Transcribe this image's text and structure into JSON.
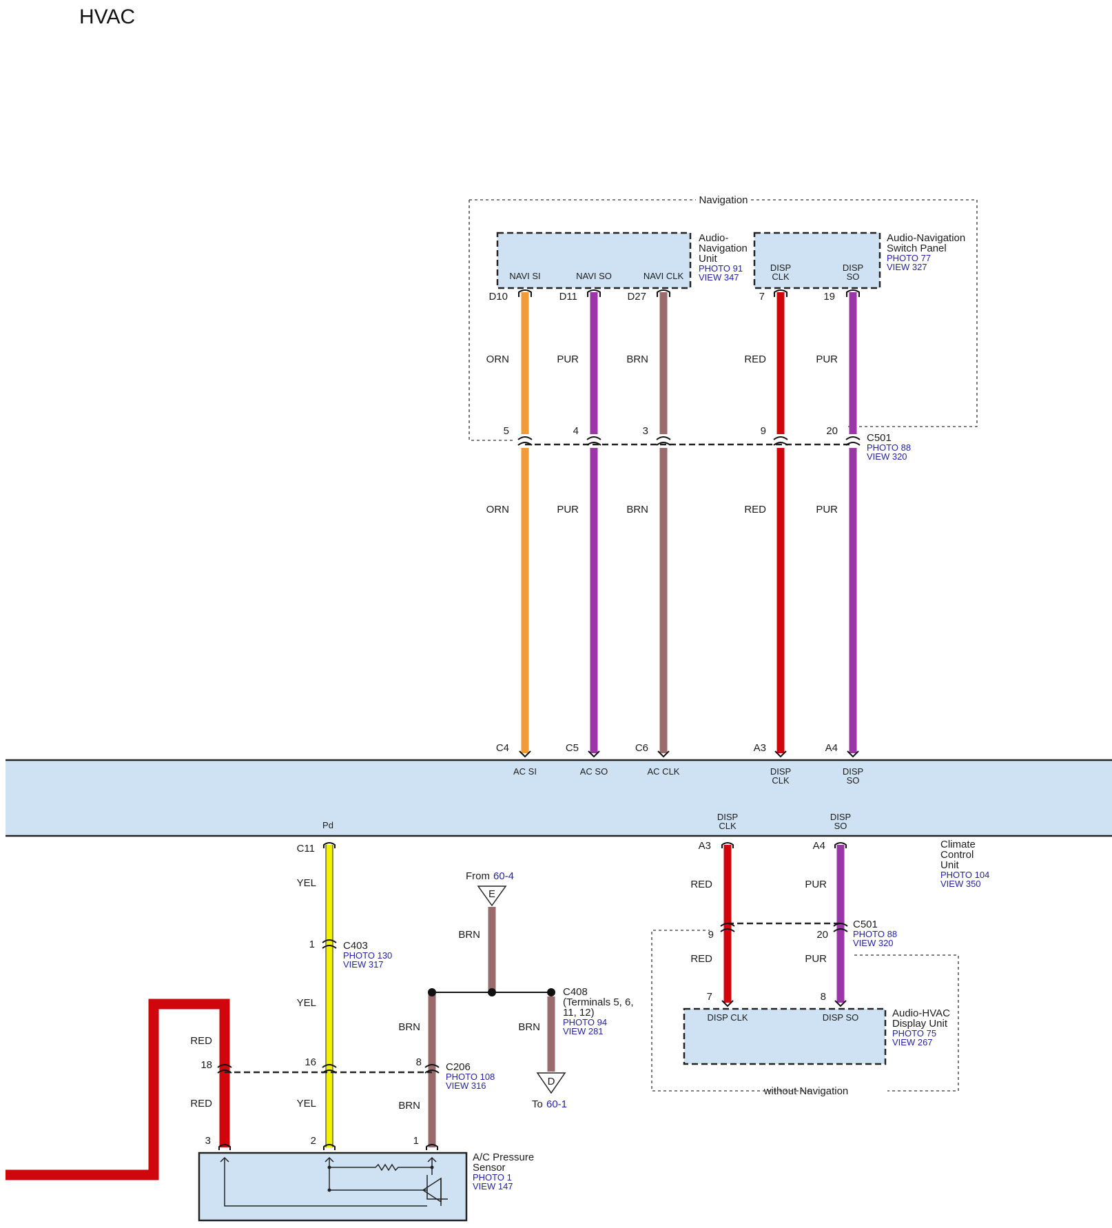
{
  "page": {
    "title": "HVAC"
  },
  "colors": {
    "ORN": "#f39a37",
    "PUR": "#9a36a6",
    "BRN": "#9b6b6b",
    "RED": "#d0060d",
    "YEL": "#f2f200",
    "panel": "#cfe2f3"
  },
  "navigation_group": {
    "label": "Navigation"
  },
  "without_navigation_group": {
    "label": "without Navigation"
  },
  "audio_nav_unit": {
    "name": [
      "Audio-",
      "Navigation",
      "Unit"
    ],
    "photo": "PHOTO 91",
    "view": "VIEW 347",
    "pins": [
      {
        "signal": "NAVI SI",
        "terminal": "D10",
        "wire": "ORN"
      },
      {
        "signal": "NAVI SO",
        "terminal": "D11",
        "wire": "PUR"
      },
      {
        "signal": "NAVI CLK",
        "terminal": "D27",
        "wire": "BRN"
      }
    ]
  },
  "switch_panel": {
    "name": [
      "Audio-Navigation",
      "Switch Panel"
    ],
    "photo": "PHOTO 77",
    "view": "VIEW 327",
    "pins": [
      {
        "signal": [
          "DISP",
          "CLK"
        ],
        "terminal": "7",
        "wire": "RED"
      },
      {
        "signal": [
          "DISP",
          "SO"
        ],
        "terminal": "19",
        "wire": "PUR"
      }
    ]
  },
  "c501_top": {
    "name": "C501",
    "photo": "PHOTO 88",
    "view": "VIEW 320",
    "terminals": [
      "5",
      "4",
      "3",
      "9",
      "20"
    ],
    "wires_below": [
      "ORN",
      "PUR",
      "BRN",
      "RED",
      "PUR"
    ]
  },
  "climate_unit": {
    "name": [
      "Climate",
      "Control",
      "Unit"
    ],
    "photo": "PHOTO 104",
    "view": "VIEW 350",
    "top_terminals": [
      "C4",
      "C5",
      "C6",
      "A3",
      "A4"
    ],
    "top_signals": [
      "AC SI",
      "AC SO",
      "AC CLK",
      [
        "DISP",
        "CLK"
      ],
      [
        "DISP",
        "SO"
      ]
    ],
    "pd_signal": "Pd",
    "pd_terminal": "C11",
    "bottom_signals": [
      [
        "DISP",
        "CLK"
      ],
      [
        "DISP",
        "SO"
      ]
    ],
    "bottom_terminals": [
      "A3",
      "A4"
    ]
  },
  "lower_left": {
    "yel_top": "YEL",
    "c403": {
      "name": "C403",
      "photo": "PHOTO 130",
      "view": "VIEW 317",
      "terminal": "1"
    },
    "yel_mid": "YEL",
    "c206": {
      "name": "C206",
      "photo": "PHOTO 108",
      "view": "VIEW 316",
      "terminals": [
        "18",
        "16",
        "8"
      ]
    },
    "red_upper": "RED",
    "red_lower": "RED",
    "yel_lower": "YEL",
    "brn_upper": "BRN",
    "brn_lower": "BRN",
    "sensor_terminals": [
      "3",
      "2",
      "1"
    ],
    "sensor": {
      "name": [
        "A/C Pressure",
        "Sensor"
      ],
      "photo": "PHOTO 1",
      "view": "VIEW 147"
    }
  },
  "junction": {
    "from_text": "From",
    "from_ref": "60-4",
    "from_letter": "E",
    "brn_label": "BRN",
    "c408": {
      "name": "C408",
      "terminals": [
        "(Terminals 5, 6,",
        "11, 12)"
      ],
      "photo": "PHOTO 94",
      "view": "VIEW 281"
    },
    "brn_right": "BRN",
    "to_text": "To",
    "to_ref": "60-1",
    "to_letter": "D"
  },
  "lower_right": {
    "wire_red": "RED",
    "wire_pur": "PUR",
    "c501": {
      "name": "C501",
      "photo": "PHOTO 88",
      "view": "VIEW 320",
      "terminals": [
        "9",
        "20"
      ]
    },
    "wire_red2": "RED",
    "wire_pur2": "PUR",
    "display_terminals": [
      "7",
      "8"
    ],
    "display_unit": {
      "name": [
        "Audio-HVAC",
        "Display Unit"
      ],
      "photo": "PHOTO 75",
      "view": "VIEW 267",
      "signals": [
        "DISP CLK",
        "DISP SO"
      ]
    }
  }
}
